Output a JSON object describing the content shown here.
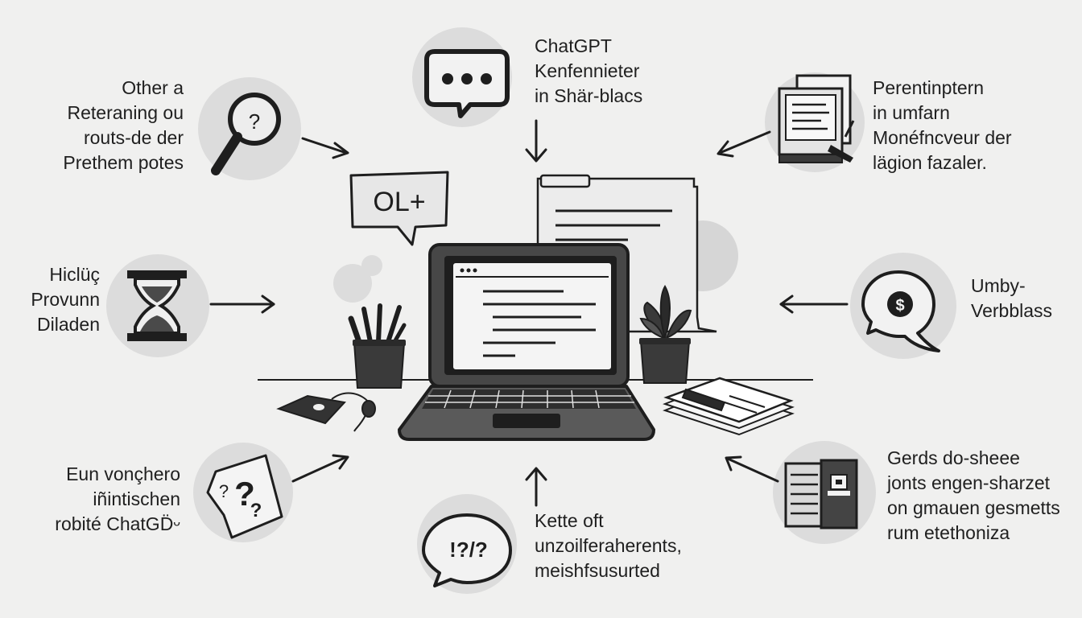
{
  "colors": {
    "background": "#f0f0ef",
    "circle": "#dcdcdc",
    "ink": "#1e1e1e",
    "screen": "#f4f4f4",
    "laptop_body": "#555555"
  },
  "center": {
    "callout_text": "OL+",
    "icon": "laptop-icon"
  },
  "nodes": [
    {
      "id": "top-left",
      "icon": "magnifier-question-icon",
      "lines": [
        "Other a",
        "Reteraning ou",
        "routs-de der",
        "Prethem potes"
      ]
    },
    {
      "id": "top",
      "icon": "chat-dots-icon",
      "lines": [
        "ChatGPT",
        "Kenfennieter",
        "in Shär-blacs"
      ]
    },
    {
      "id": "top-right",
      "icon": "document-monitor-icon",
      "lines": [
        "Perentinptern",
        "in umfarn",
        "Monéfncveur der",
        "lägion fazaler."
      ]
    },
    {
      "id": "mid-left",
      "icon": "hourglass-icon",
      "lines": [
        "Hiclüç",
        "Provunn",
        "Diladen"
      ]
    },
    {
      "id": "mid-right",
      "icon": "money-bubble-icon",
      "lines": [
        "Umby-",
        "Verbblass"
      ]
    },
    {
      "id": "bottom-left",
      "icon": "question-paper-icon",
      "lines": [
        "Eun vonçhero",
        "iñintischen",
        "robité ChatGD̈ᵕ"
      ]
    },
    {
      "id": "bottom",
      "icon": "confused-bubble-icon",
      "bubble_text": "!?/?",
      "lines": [
        "Kette oft",
        "unzoilferaherents,",
        "meishfsusurted"
      ]
    },
    {
      "id": "bottom-right",
      "icon": "book-robot-icon",
      "lines": [
        "Gerds do-sheee",
        "jonts engen-sharzet",
        "on gmauen gesmetts",
        "rum etethoniza"
      ]
    }
  ]
}
